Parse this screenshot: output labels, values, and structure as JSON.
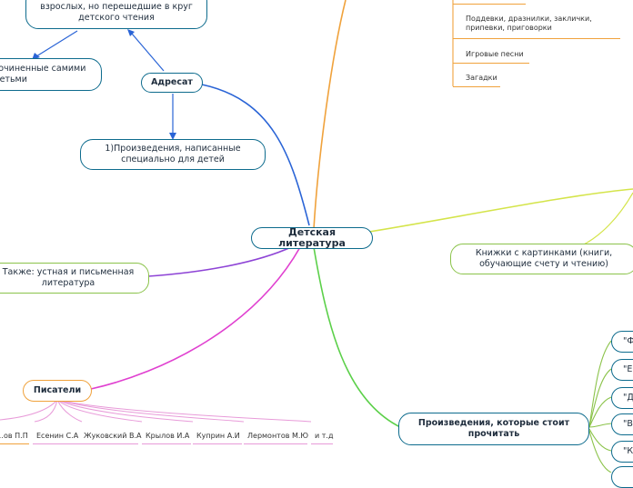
{
  "center": {
    "label": "Детская литература"
  },
  "addressee": {
    "label": "Адресат",
    "adult_works": "взрослых, но перешедшие в круг детского чтения",
    "child_authored": "сочиненные самими детьми",
    "for_children": "1)Произведения, написанные специально для детей"
  },
  "oral_written": {
    "label": "Также: устная и письменная литература"
  },
  "writers": {
    "label": "Писатели",
    "items": [
      "…ов П.П",
      "Есенин С.А",
      "Жуковский В.А",
      "Крылов И.А",
      "Куприн А.И",
      "Лермонтов М.Ю",
      "и т.д"
    ]
  },
  "folklore": {
    "items": [
      "Поддевки, дразнилки, заклички, припевки, приговорки",
      "Игровые песни",
      "Загадки"
    ]
  },
  "picture_books": {
    "label": "Книжки с картинками (книги, обучающие счету и чтению)"
  },
  "reading_list": {
    "label": "Произведения, которые стоит прочитать",
    "items": [
      "\"Ф",
      "\"Е",
      "\"Д",
      "\"В",
      "\"К"
    ]
  },
  "colors": {
    "blue": "#0d6b8d",
    "orange": "#f0a23c",
    "yellow_green": "#d4e44a",
    "green": "#8bc34a",
    "purple": "#8e44d6",
    "magenta": "#e040d0",
    "link_blue": "#2a64d6"
  }
}
